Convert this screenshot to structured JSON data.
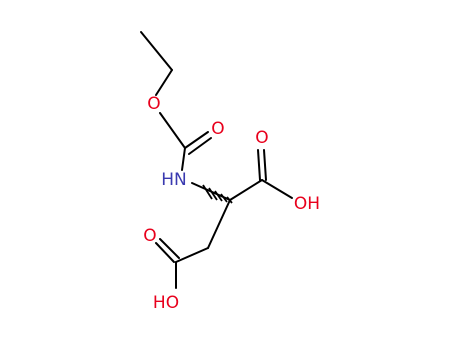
{
  "colors": {
    "oxygen": "#e8001c",
    "nitrogen": "#3a3ab0",
    "carbon_bond": "#000000",
    "background": "#ffffff"
  },
  "atoms": {
    "ester_o": "O",
    "carbonyl_o": "O",
    "nh": "HN",
    "acid1_o_double": "O",
    "acid1_oh": "OH",
    "acid2_o_double": "O",
    "acid2_oh": "HO"
  }
}
